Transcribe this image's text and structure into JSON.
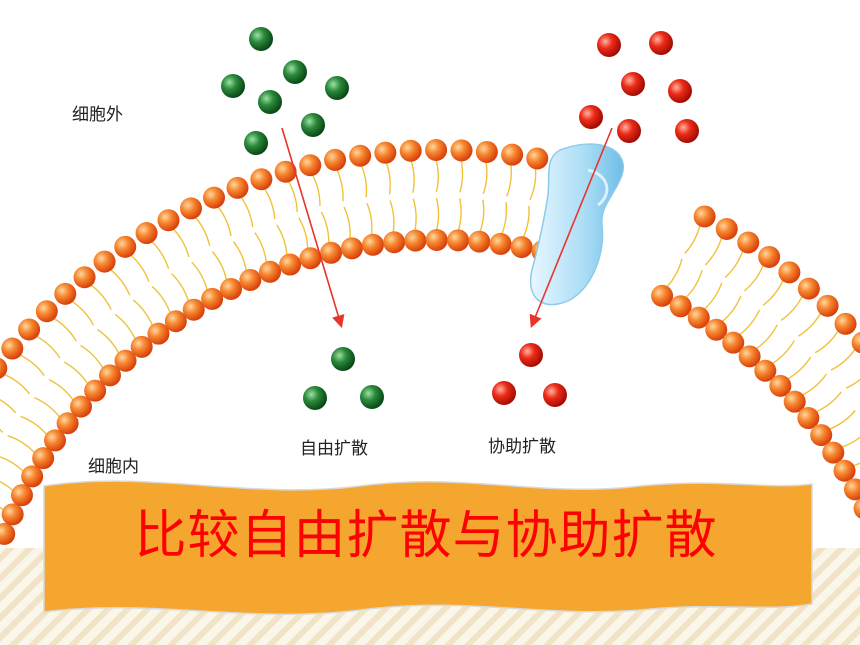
{
  "labels": {
    "outside": "细胞外",
    "inside": "细胞内",
    "free_diffusion": "自由扩散",
    "facilitated_diffusion": "协助扩散"
  },
  "banner": {
    "title": "比较自由扩散与协助扩散",
    "background": "#f5a62e",
    "text_color": "#ff0000"
  },
  "colors": {
    "head": "#f26a1b",
    "tail": "#f0c23a",
    "green_particle": "#1a6e2a",
    "red_particle": "#e01a0e",
    "protein": "#a9dcf5",
    "arrow": "#e8342a",
    "stripes": "#f2e7cc"
  }
}
